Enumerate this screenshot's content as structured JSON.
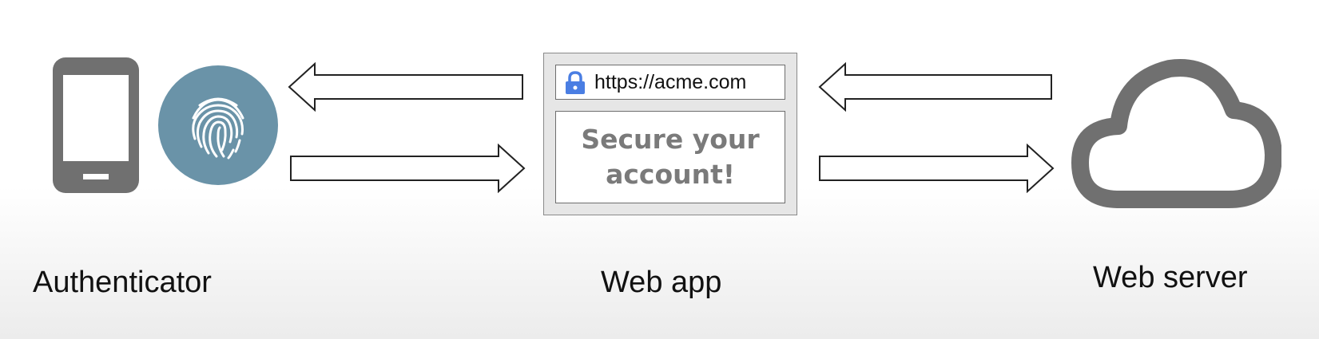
{
  "nodes": {
    "authenticator": {
      "label": "Authenticator",
      "icons": [
        "phone-icon",
        "fingerprint-icon"
      ]
    },
    "web_app": {
      "label": "Web app",
      "browser": {
        "url": "https://acme.com",
        "headline": "Secure your account!"
      },
      "icons": [
        "lock-icon"
      ]
    },
    "web_server": {
      "label": "Web server",
      "icons": [
        "cloud-icon"
      ]
    }
  },
  "colors": {
    "icon_gray": "#707070",
    "fingerprint_badge": "#6a93a8",
    "lock_blue": "#4a7ee3",
    "headline_gray": "#7a7a7a"
  },
  "edges": [
    {
      "from": "web_app",
      "to": "authenticator",
      "direction": "left"
    },
    {
      "from": "authenticator",
      "to": "web_app",
      "direction": "right"
    },
    {
      "from": "web_server",
      "to": "web_app",
      "direction": "left"
    },
    {
      "from": "web_app",
      "to": "web_server",
      "direction": "right"
    }
  ]
}
